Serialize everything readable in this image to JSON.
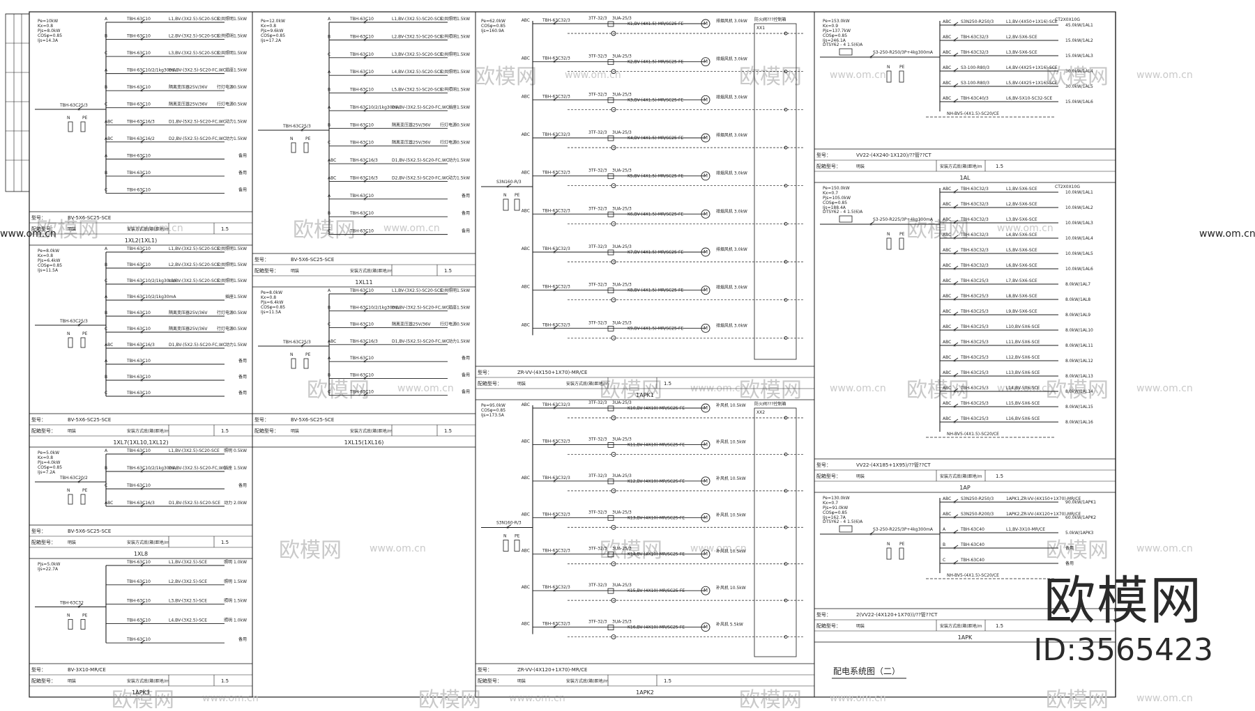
{
  "drawing_title": "配电系统图（二）",
  "common": {
    "label_model": "型号：",
    "label_install": "配箱型号：",
    "install_style": "安装方式底(箱)距地/m",
    "install_height": "1.5",
    "surface_mount": "明装"
  },
  "panels": [
    {
      "name": "1XL2(1XL1)",
      "params": [
        "Pe=10kW",
        "Kx=0.8",
        "Pjs=8.0kW",
        "COSφ=0.85",
        "Ijs=14.3A"
      ],
      "main_switch": "TBH-63C25/3",
      "cable": "BV-5X6-SC25-SCE",
      "circuits": [
        {
          "phase": "A",
          "breaker": "TBH-63C10",
          "cable": "L1,BV-(3X2.5)-SC20-SCE",
          "load": "公共照明1.5kW"
        },
        {
          "phase": "B",
          "breaker": "TBH-63C10",
          "cable": "L2,BV-(3X2.5)-SC20-SCE",
          "load": "公共照明1.5kW"
        },
        {
          "phase": "C",
          "breaker": "TBH-63C10",
          "cable": "L3,BV-(3X2.5)-SC20-SCE",
          "load": "公共照明1.5kW"
        },
        {
          "phase": "A",
          "breaker": "TBH-63C10/2/1kg30mA",
          "cable": "D1,BV-(3X2.5)-SC20-FC,WC",
          "load": "插座1.5kW"
        },
        {
          "phase": "B",
          "breaker": "TBH-63C10",
          "cable": "隔离变压器25V/36V",
          "load": "行灯电源0.5kW"
        },
        {
          "phase": "C",
          "breaker": "TBH-63C10",
          "cable": "隔离变压器25V/36V",
          "load": "行灯电源0.5kW"
        },
        {
          "phase": "ABC",
          "breaker": "TBH-63C16/3",
          "cable": "D1,BV-(5X2.5)-SC20-FC,WC",
          "load": "动力1.5kW"
        },
        {
          "phase": "ABC",
          "breaker": "TBH-63C16/2",
          "cable": "D2,BV-(5X2.5)-SC20-FC,WC",
          "load": "动力1.5kW"
        },
        {
          "phase": "A",
          "breaker": "TBH-63C10",
          "cable": "",
          "load": "备用"
        },
        {
          "phase": "B",
          "breaker": "TBH-63C10",
          "cable": "",
          "load": "备用"
        },
        {
          "phase": "C",
          "breaker": "TBH-63C10",
          "cable": "",
          "load": "备用"
        }
      ]
    },
    {
      "name": "1XL11",
      "params": [
        "Pe=12.0kW",
        "Kx=0.8",
        "Pjs=9.6kW",
        "COSφ=0.85",
        "Ijs=17.2A"
      ],
      "main_switch": "TBH-63C25/3",
      "cable": "BV-5X6-SC25-SCE",
      "circuits": [
        {
          "phase": "A",
          "breaker": "TBH-63C10",
          "cable": "L1,BV-(3X2.5)-SC20-SCE",
          "load": "公共照明1.5kW"
        },
        {
          "phase": "B",
          "breaker": "TBH-63C10",
          "cable": "L2,BV-(3X2.5)-SC20-SCE",
          "load": "公共照明1.5kW"
        },
        {
          "phase": "C",
          "breaker": "TBH-63C10",
          "cable": "L3,BV-(3X2.5)-SC20-SCE",
          "load": "公共照明1.5kW"
        },
        {
          "phase": "A",
          "breaker": "TBH-63C10",
          "cable": "L4,BV-(3X2.5)-SC20-SCE",
          "load": "公共照明1.5kW"
        },
        {
          "phase": "B",
          "breaker": "TBH-63C10",
          "cable": "L5,BV-(3X2.5)-SC20-SCE",
          "load": "公共照明1.5kW"
        },
        {
          "phase": "A",
          "breaker": "TBH-63C10/2/1kg30mA",
          "cable": "D1,BV-(3X2.5)-SC20-FC,WC",
          "load": "插座1.5kW"
        },
        {
          "phase": "B",
          "breaker": "TBH-63C10",
          "cable": "隔离变压器25V/36V",
          "load": "行灯电源0.5kW"
        },
        {
          "phase": "C",
          "breaker": "TBH-63C10",
          "cable": "隔离变压器25V/36V",
          "load": "行灯电源0.5kW"
        },
        {
          "phase": "ABC",
          "breaker": "TBH-63C16/3",
          "cable": "D1,BV-(5X2.5)-SC20-FC,WC",
          "load": "动力1.5kW"
        },
        {
          "phase": "ABC",
          "breaker": "TBH-63C16/3",
          "cable": "D2,BV-(5X2.5)-SC20-FC,WC",
          "load": "动力1.5kW"
        },
        {
          "phase": "A",
          "breaker": "TBH-63C10",
          "cable": "",
          "load": "备用"
        },
        {
          "phase": "B",
          "breaker": "TBH-63C10",
          "cable": "",
          "load": "备用"
        },
        {
          "phase": "C",
          "breaker": "TBH-63C10",
          "cable": "",
          "load": "备用"
        }
      ]
    },
    {
      "name": "1XL7(1XL10,1XL12)",
      "params": [
        "Pe=8.0kW",
        "Kx=0.8",
        "Pjs=6.4kW",
        "COSφ=0.85",
        "Ijs=11.5A"
      ],
      "main_switch": "TBH-63C25/3",
      "cable": "BV-5X6-SC25-SCE",
      "circuits": [
        {
          "phase": "A",
          "breaker": "TBH-63C10",
          "cable": "L1,BV-(3X2.5)-SC20-SCE",
          "load": "公共照明1.5kW"
        },
        {
          "phase": "B",
          "breaker": "TBH-63C10",
          "cable": "L2,BV-(3X2.5)-SC20-SCE",
          "load": "公共照明1.5kW"
        },
        {
          "phase": "C",
          "breaker": "TBH-63C10/2/1kg30mA",
          "cable": "L3,BV-(3X2.5)-SC20-SCE",
          "load": "公共照明1.5kW"
        },
        {
          "phase": "A",
          "breaker": "TBH-63C10/2/1kg30mA",
          "cable": "",
          "load": "插座1.5kW"
        },
        {
          "phase": "B",
          "breaker": "TBH-63C10",
          "cable": "隔离变压器25V/36V",
          "load": "行灯电源0.5kW"
        },
        {
          "phase": "C",
          "breaker": "TBH-63C10",
          "cable": "隔离变压器25V/36V",
          "load": "行灯电源0.5kW"
        },
        {
          "phase": "ABC",
          "breaker": "TBH-63C16/3",
          "cable": "D1,BV-(5X2.5)-SC20-FC,WC",
          "load": "动力1.5kW"
        },
        {
          "phase": "A",
          "breaker": "TBH-63C10",
          "cable": "",
          "load": "备用"
        },
        {
          "phase": "B",
          "breaker": "TBH-63C10",
          "cable": "",
          "load": "备用"
        },
        {
          "phase": "C",
          "breaker": "TBH-63C10",
          "cable": "",
          "load": "备用"
        }
      ]
    },
    {
      "name": "1XL15(1XL16)",
      "params": [
        "Pe=8.0kW",
        "Kx=0.8",
        "Pjs=6.4kW",
        "COSφ=0.85",
        "Ijs=11.5A"
      ],
      "main_switch": "TBH-63C25/3",
      "cable": "BV-5X6-SC25-SCE",
      "circuits": [
        {
          "phase": "A",
          "breaker": "TBH-63C10",
          "cable": "L1,BV-(3X2.5)-SC20-SCE",
          "load": "公共照明1.5kW"
        },
        {
          "phase": "B",
          "breaker": "TBH-63C10/2/1kg30mA",
          "cable": "D1,BV-(3X2.5)-SC20-FC,WC",
          "load": "插座1.5kW"
        },
        {
          "phase": "C",
          "breaker": "TBH-63C10",
          "cable": "隔离变压器25V/36V",
          "load": "行灯电源0.5kW"
        },
        {
          "phase": "ABC",
          "breaker": "TBH-63C16/3",
          "cable": "D1,BV-(5X2.5)-SC20-FC,WC",
          "load": "动力1.5kW"
        },
        {
          "phase": "A",
          "breaker": "TBH-63C10",
          "cable": "",
          "load": "备用"
        },
        {
          "phase": "B",
          "breaker": "TBH-63C10",
          "cable": "",
          "load": "备用"
        },
        {
          "phase": "C",
          "breaker": "TBH-63C10",
          "cable": "",
          "load": "备用"
        }
      ]
    },
    {
      "name": "1XL8",
      "params": [
        "Pe=5.0kW",
        "Kx=0.8",
        "Pjs=4.0kW",
        "COSφ=0.85",
        "Ijs=7.2A"
      ],
      "main_switch": "TBH-63C20/2",
      "cable": "BV-5X6-SC25-SCE",
      "circuits": [
        {
          "phase": "A",
          "breaker": "TBH-63C10",
          "cable": "L1,BV-(3X2.5)-SC20-SCE",
          "load": "照明 0.5kW"
        },
        {
          "phase": "B",
          "breaker": "TBH-63C10/2/1kg30mA",
          "cable": "D1,BV-(3X2.5)-SC20-FC,WC",
          "load": "插座 1.5kW"
        },
        {
          "phase": "C",
          "breaker": "TBH-63C10",
          "cable": "",
          "load": "备用"
        },
        {
          "phase": "ABC",
          "breaker": "TBH-63C16/3",
          "cable": "D1,BV-(5X2.5)-SC20-SCE",
          "load": "动力 2.0kW"
        }
      ]
    },
    {
      "name": "1APK3",
      "params": [
        "Pjs=5.0kW",
        "Ijs=22.7A"
      ],
      "main_switch": "TBH-63C32",
      "cable": "BV-3X10-MR/CE",
      "circuits": [
        {
          "phase": "",
          "breaker": "TBH-63C10",
          "cable": "L1,BV-(3X2.5)-SCE",
          "load": "照明 1.0kW"
        },
        {
          "phase": "",
          "breaker": "TBH-63C10",
          "cable": "L2,BV-(3X2.5)-SCE",
          "load": "照明 1.5kW"
        },
        {
          "phase": "",
          "breaker": "TBH-63C10",
          "cable": "L3,BV-(3X2.5)-SCE",
          "load": "照明 1.5kW"
        },
        {
          "phase": "",
          "breaker": "TBH-63C10",
          "cable": "L4,BV-(3X2.5)-SCE",
          "load": "照明 1.0kW"
        },
        {
          "phase": "",
          "breaker": "TBH-63C10",
          "cable": "",
          "load": "备用"
        }
      ]
    }
  ],
  "apk1": {
    "name": "1APK1",
    "params": [
      "Pe=62.0kW",
      "COSφ=0.85",
      "Ijs=160.9A"
    ],
    "incoming": "S3N160-R/3",
    "cable": "ZR-VV-(4X150+1X70)-MR/CE",
    "box_label": "防火阀???控制箱",
    "box_code": "XX1",
    "motors": [
      {
        "breaker": "TBH-63C32/3",
        "contactor": "3TF-32/3",
        "relay": "3UA-25/3",
        "cable": "K1,BV-(4X1.5)-MR/SC25-FE",
        "load": "排烟风机 3.0kW"
      },
      {
        "breaker": "TBH-63C32/3",
        "contactor": "3TF-32/3",
        "relay": "3UA-25/3",
        "cable": "K2,BV-(4X1.5)-MR/SC25-FE",
        "load": "排烟风机 3.0kW"
      },
      {
        "breaker": "TBH-63C32/3",
        "contactor": "3TF-32/3",
        "relay": "3UA-25/3",
        "cable": "K3,BV-(4X1.5)-MR/SC25-FE",
        "load": "排烟风机 3.0kW"
      },
      {
        "breaker": "TBH-63C32/3",
        "contactor": "3TF-32/3",
        "relay": "3UA-25/3",
        "cable": "K4,BV-(4X1.5)-MR/SC25-FE",
        "load": "排烟风机 3.0kW"
      },
      {
        "breaker": "TBH-63C32/3",
        "contactor": "3TF-32/3",
        "relay": "3UA-25/3",
        "cable": "K5,BV-(4X1.5)-MR/SC25-FE",
        "load": "排烟风机 3.0kW"
      },
      {
        "breaker": "TBH-63C32/3",
        "contactor": "3TF-32/3",
        "relay": "3UA-25/3",
        "cable": "K6,BV-(4X1.5)-MR/SC25-FE",
        "load": "排烟风机 3.0kW"
      },
      {
        "breaker": "TBH-63C32/3",
        "contactor": "3TF-32/3",
        "relay": "3UA-25/3",
        "cable": "K7,BV-(4X1.5)-MR/SC25-FE",
        "load": "排烟风机 3.0kW"
      },
      {
        "breaker": "TBH-63C32/3",
        "contactor": "3TF-32/3",
        "relay": "3UA-25/3",
        "cable": "K8,BV-(4X1.5)-MR/SC25-FE",
        "load": "排烟风机 3.0kW"
      },
      {
        "breaker": "TBH-63C32/3",
        "contactor": "3TF-32/3",
        "relay": "3UA-25/3",
        "cable": "K9,BV-(4X1.5)-MR/SC25-FE",
        "load": "排烟风机 3.0kW"
      }
    ]
  },
  "apk2": {
    "name": "1APK2",
    "params": [
      "Pe=95.0kW",
      "COSφ=0.85",
      "Ijs=173.5A"
    ],
    "incoming": "S3N160-R/3",
    "cable": "ZR-VV-(4X120+1X70)-MR/CE",
    "box_label": "防火阀???控制箱",
    "box_code": "XX2",
    "motors": [
      {
        "breaker": "TBH-63C32/3",
        "contactor": "3TF-32/3",
        "relay": "3UA-25/3",
        "cable": "K10,BV-(4X10)-MR/SC25-FE",
        "load": "补风机 10.5kW"
      },
      {
        "breaker": "TBH-63C32/3",
        "contactor": "3TF-32/3",
        "relay": "3UA-25/3",
        "cable": "K11,BV-(4X10)-MR/SC25-FE",
        "load": "补风机 10.5kW"
      },
      {
        "breaker": "TBH-63C32/3",
        "contactor": "3TF-32/3",
        "relay": "3UA-25/3",
        "cable": "K12,BV-(4X10)-MR/SC25-FE",
        "load": "补风机 10.5kW"
      },
      {
        "breaker": "TBH-63C32/3",
        "contactor": "3TF-32/3",
        "relay": "3UA-25/3",
        "cable": "K13,BV-(4X10)-MR/SC25-FE",
        "load": "补风机 10.5kW"
      },
      {
        "breaker": "TBH-63C32/3",
        "contactor": "3TF-32/3",
        "relay": "3UA-25/3",
        "cable": "K14,BV-(4X10)-MR/SC25-FE",
        "load": "补风机 10.5kW"
      },
      {
        "breaker": "TBH-63C32/3",
        "contactor": "3TF-32/3",
        "relay": "3UA-25/3",
        "cable": "K15,BV-(4X10)-MR/SC25-FE",
        "load": "补风机 10.5kW"
      },
      {
        "breaker": "TBH-63C32/3",
        "contactor": "3TF-32/3",
        "relay": "3UA-25/3",
        "cable": "K16,BV-(4X10)-MR/SC25-FE",
        "load": "补风机 5.5kW"
      }
    ]
  },
  "right_panels": [
    {
      "name": "1AL",
      "params": [
        "Pe=153.0kW",
        "Kx=0.9",
        "Pjs=137.7kW",
        "COSφ=0.85",
        "Ijs=246.1A"
      ],
      "meter": "DTSY62 - 4 1.5(6)A",
      "incoming": "S3-250-R250/3P+4kg300mA",
      "cable": "VV22-(4X240-1X120)/??管??CT",
      "feeder_type": "CT2X0X10G",
      "circuits": [
        {
          "phase": "ABC",
          "breaker": "S3N250-R250/3",
          "cable": "L1,BV-(4X50+1X16)-SCE",
          "load": "45.0kW/1AL1"
        },
        {
          "phase": "ABC",
          "breaker": "TBH-63C32/3",
          "cable": "L2,BV-5X6-SCE",
          "load": "15.0kW/1AL2"
        },
        {
          "phase": "ABC",
          "breaker": "TBH-63C32/3",
          "cable": "L3,BV-5X6-SCE",
          "load": "15.0kW/1AL3"
        },
        {
          "phase": "ABC",
          "breaker": "S3-100-R80/3",
          "cable": "L4,BV-(4X25+1X16)-SCE",
          "load": "30.0kW/1AL4"
        },
        {
          "phase": "ABC",
          "breaker": "S3-100-R80/3",
          "cable": "L5,BV-(4X25+1X16)-SCE",
          "load": "30.0kW/1AL5"
        },
        {
          "phase": "ABC",
          "breaker": "TBH-63C40/3",
          "cable": "L6,BV-5X10-SC32-SCE",
          "load": "15.0kW/1AL6"
        }
      ],
      "spare_note": "NH-BV5-(4X1.5)-SC20/CE"
    },
    {
      "name": "1AP",
      "params": [
        "Pe=150.0kW",
        "Kx=0.7",
        "Pjs=105.0kW",
        "COSφ=0.85",
        "Ijs=188.4A"
      ],
      "meter": "DTSY62 - 4 1.5(6)A",
      "incoming": "S3-250-R225/3P+4kg300mA",
      "cable": "VV22-(4X185+1X95)/??管??CT",
      "feeder_type": "CT2X0X10G",
      "circuits": [
        {
          "phase": "ABC",
          "breaker": "TBH-63C32/3",
          "cable": "L1,BV-5X6-SCE",
          "load": "10.0kW/1AL1"
        },
        {
          "phase": "ABC",
          "breaker": "TBH-63C32/3",
          "cable": "L2,BV-5X6-SCE",
          "load": "10.0kW/1AL2"
        },
        {
          "phase": "ABC",
          "breaker": "TBH-63C32/3",
          "cable": "L3,BV-5X6-SCE",
          "load": "10.0kW/1AL3"
        },
        {
          "phase": "ABC",
          "breaker": "TBH-63C32/3",
          "cable": "L4,BV-5X6-SCE",
          "load": "10.0kW/1AL4"
        },
        {
          "phase": "ABC",
          "breaker": "TBH-63C32/3",
          "cable": "L5,BV-5X6-SCE",
          "load": "10.0kW/1AL5"
        },
        {
          "phase": "ABC",
          "breaker": "TBH-63C32/3",
          "cable": "L6,BV-5X6-SCE",
          "load": "10.0kW/1AL6"
        },
        {
          "phase": "ABC",
          "breaker": "TBH-63C25/3",
          "cable": "L7,BV-5X6-SCE",
          "load": "8.0kW/1AL7"
        },
        {
          "phase": "ABC",
          "breaker": "TBH-63C25/3",
          "cable": "L8,BV-5X6-SCE",
          "load": "8.0kW/1AL8"
        },
        {
          "phase": "ABC",
          "breaker": "TBH-63C25/3",
          "cable": "L9,BV-5X6-SCE",
          "load": "8.0kW/1AL9"
        },
        {
          "phase": "ABC",
          "breaker": "TBH-63C25/3",
          "cable": "L10,BV-5X6-SCE",
          "load": "8.0kW/1AL10"
        },
        {
          "phase": "ABC",
          "breaker": "TBH-63C25/3",
          "cable": "L11,BV-5X6-SCE",
          "load": "8.0kW/1AL11"
        },
        {
          "phase": "ABC",
          "breaker": "TBH-63C25/3",
          "cable": "L12,BV-5X6-SCE",
          "load": "8.0kW/1AL12"
        },
        {
          "phase": "ABC",
          "breaker": "TBH-63C25/3",
          "cable": "L13,BV-5X6-SCE",
          "load": "8.0kW/1AL13"
        },
        {
          "phase": "ABC",
          "breaker": "TBH-63C25/3",
          "cable": "L14,BV-5X6-SCE",
          "load": "8.0kW/1AL14"
        },
        {
          "phase": "ABC",
          "breaker": "TBH-63C25/3",
          "cable": "L15,BV-5X6-SCE",
          "load": "8.0kW/1AL15"
        },
        {
          "phase": "ABC",
          "breaker": "TBH-63C25/3",
          "cable": "L16,BV-5X6-SCE",
          "load": "8.0kW/1AL16"
        }
      ],
      "spare_note": "NH-BV5-(4X1.5)-SC20/CE"
    },
    {
      "name": "1APK",
      "params": [
        "Pe=130.0kW",
        "Kx=0.7",
        "Pjs=91.0kW",
        "COSφ=0.85",
        "Ijs=162.7A"
      ],
      "meter": "DTSY62 - 4 1.5(6)A",
      "incoming": "S3-250-R225/3P+4kg300mA",
      "cable": "2(VV22-(4X120+1X70))/??管??CT",
      "feeder_type": "",
      "circuits": [
        {
          "phase": "ABC",
          "breaker": "S3N250-R250/3",
          "cable": "1APK1,ZR-VV-(4X150+1X70)-MR/CE",
          "load": "90.0kW/1APK1"
        },
        {
          "phase": "ABC",
          "breaker": "S3N250-R200/3",
          "cable": "1APK2,ZR-VV-(4X120+1X70)-MR/CE",
          "load": "60.0kW/1APK2"
        },
        {
          "phase": "A",
          "breaker": "TBH-63C40",
          "cable": "L1,BV-3X10-MR/CE",
          "load": "5.0kW/1APK3"
        },
        {
          "phase": "B",
          "breaker": "TBH-63C40",
          "cable": "",
          "load": "备用"
        },
        {
          "phase": "C",
          "breaker": "TBH-63C40",
          "cable": "",
          "load": "备用"
        }
      ],
      "spare_note": "NH-BV5-(4X1.5)-SC20/CE"
    }
  ],
  "watermark": {
    "site": "www.om.cn",
    "brand": "欧模网"
  },
  "brand": {
    "logo": "欧模网",
    "id": "ID:3565423"
  }
}
